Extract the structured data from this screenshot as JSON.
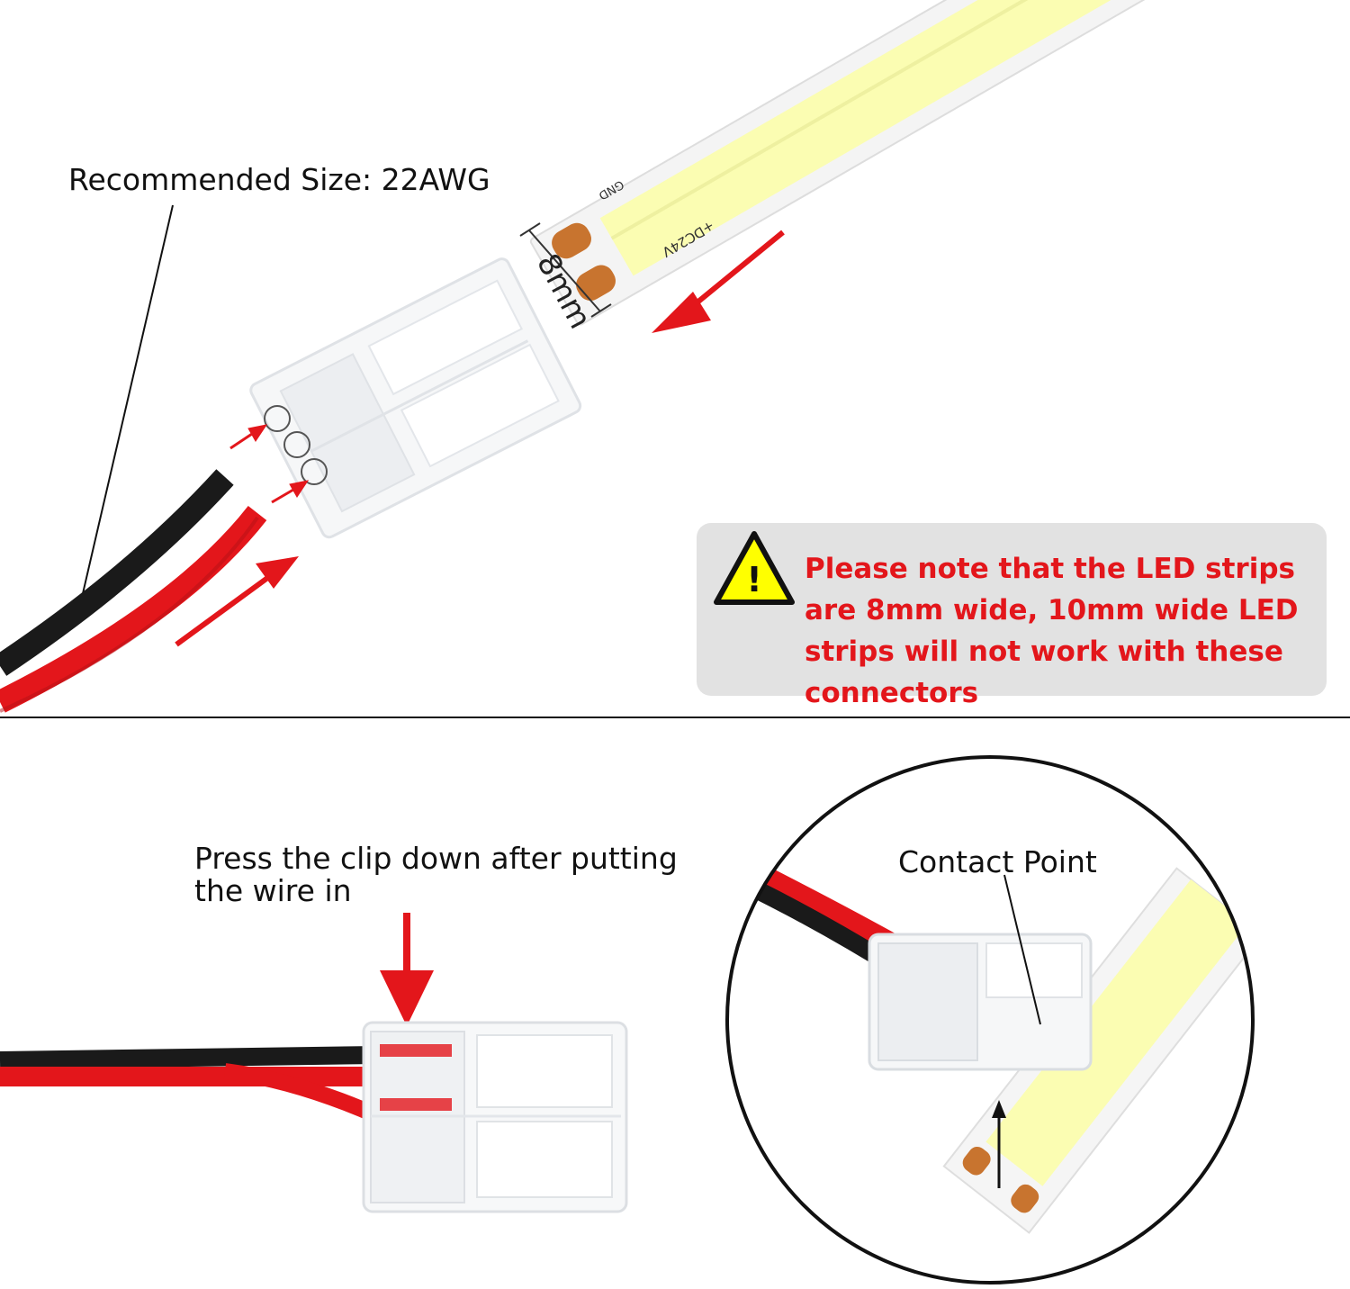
{
  "labels": {
    "recommended_size": "Recommended Size: 22AWG",
    "width_mark": "8mm",
    "strip_gnd": "GND",
    "strip_voltage": "+DC24V",
    "press_clip": "Press the clip down after putting",
    "press_clip_line2": "the wire in",
    "contact_point": "Contact Point"
  },
  "note": {
    "text": "Please note that the LED strips are 8mm wide, 10mm wide LED strips will not work with these connectors"
  },
  "colors": {
    "accent_red": "#e3161b",
    "note_background": "#e2e2e2",
    "warning_yellow": "#ffff00",
    "led_yellow": "#fbfdb2",
    "copper_pad": "#c8742f"
  }
}
